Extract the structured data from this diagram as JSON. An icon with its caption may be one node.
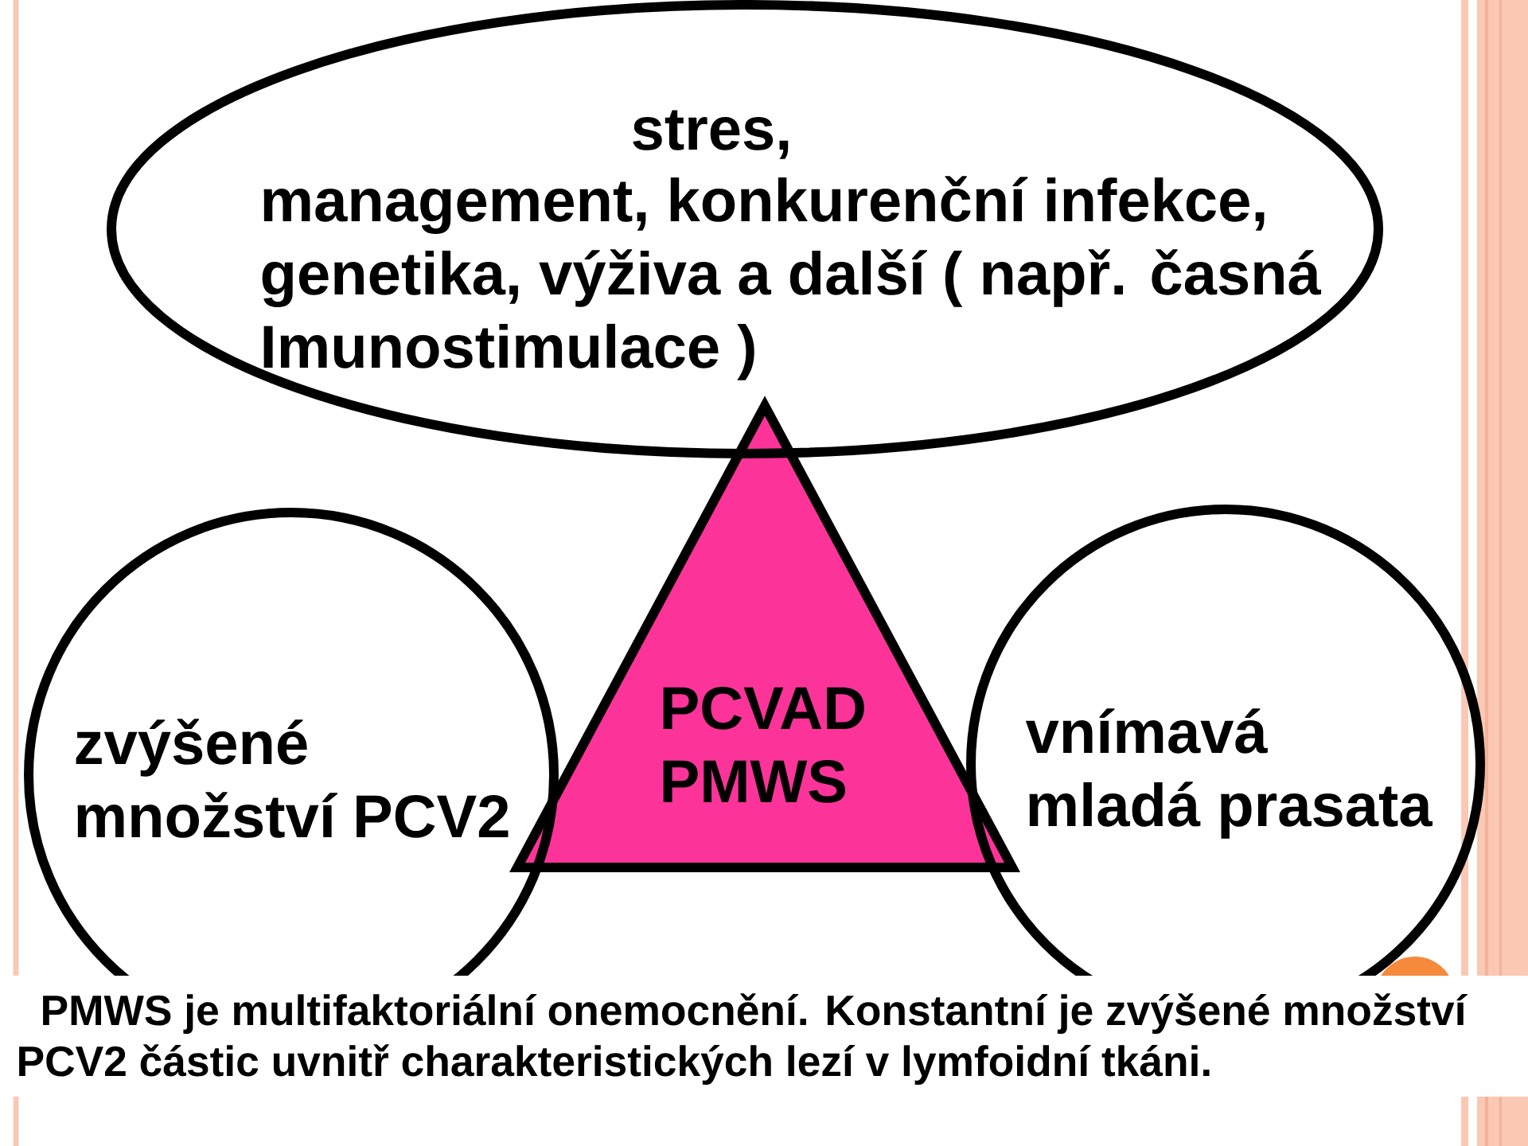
{
  "diagram": {
    "nodes": [
      {
        "text": [
          "stres,",
          "management, konkurenční infekce, genetika, výživa a další ( např. časná Imunostimulace )"
        ]
      },
      {
        "text": [
          "zvýšené množství PCV2"
        ]
      },
      {
        "text": [
          "PCVAD PMWS"
        ]
      },
      {
        "text": [
          "vnímavá mladá prasata"
        ]
      }
    ],
    "caption": "PMWS je multifaktoriální onemocnění. Konstantní je zvýšené množství PCV2 částic uvnitř charakteristických lezí v lymfoidní tkáni."
  }
}
